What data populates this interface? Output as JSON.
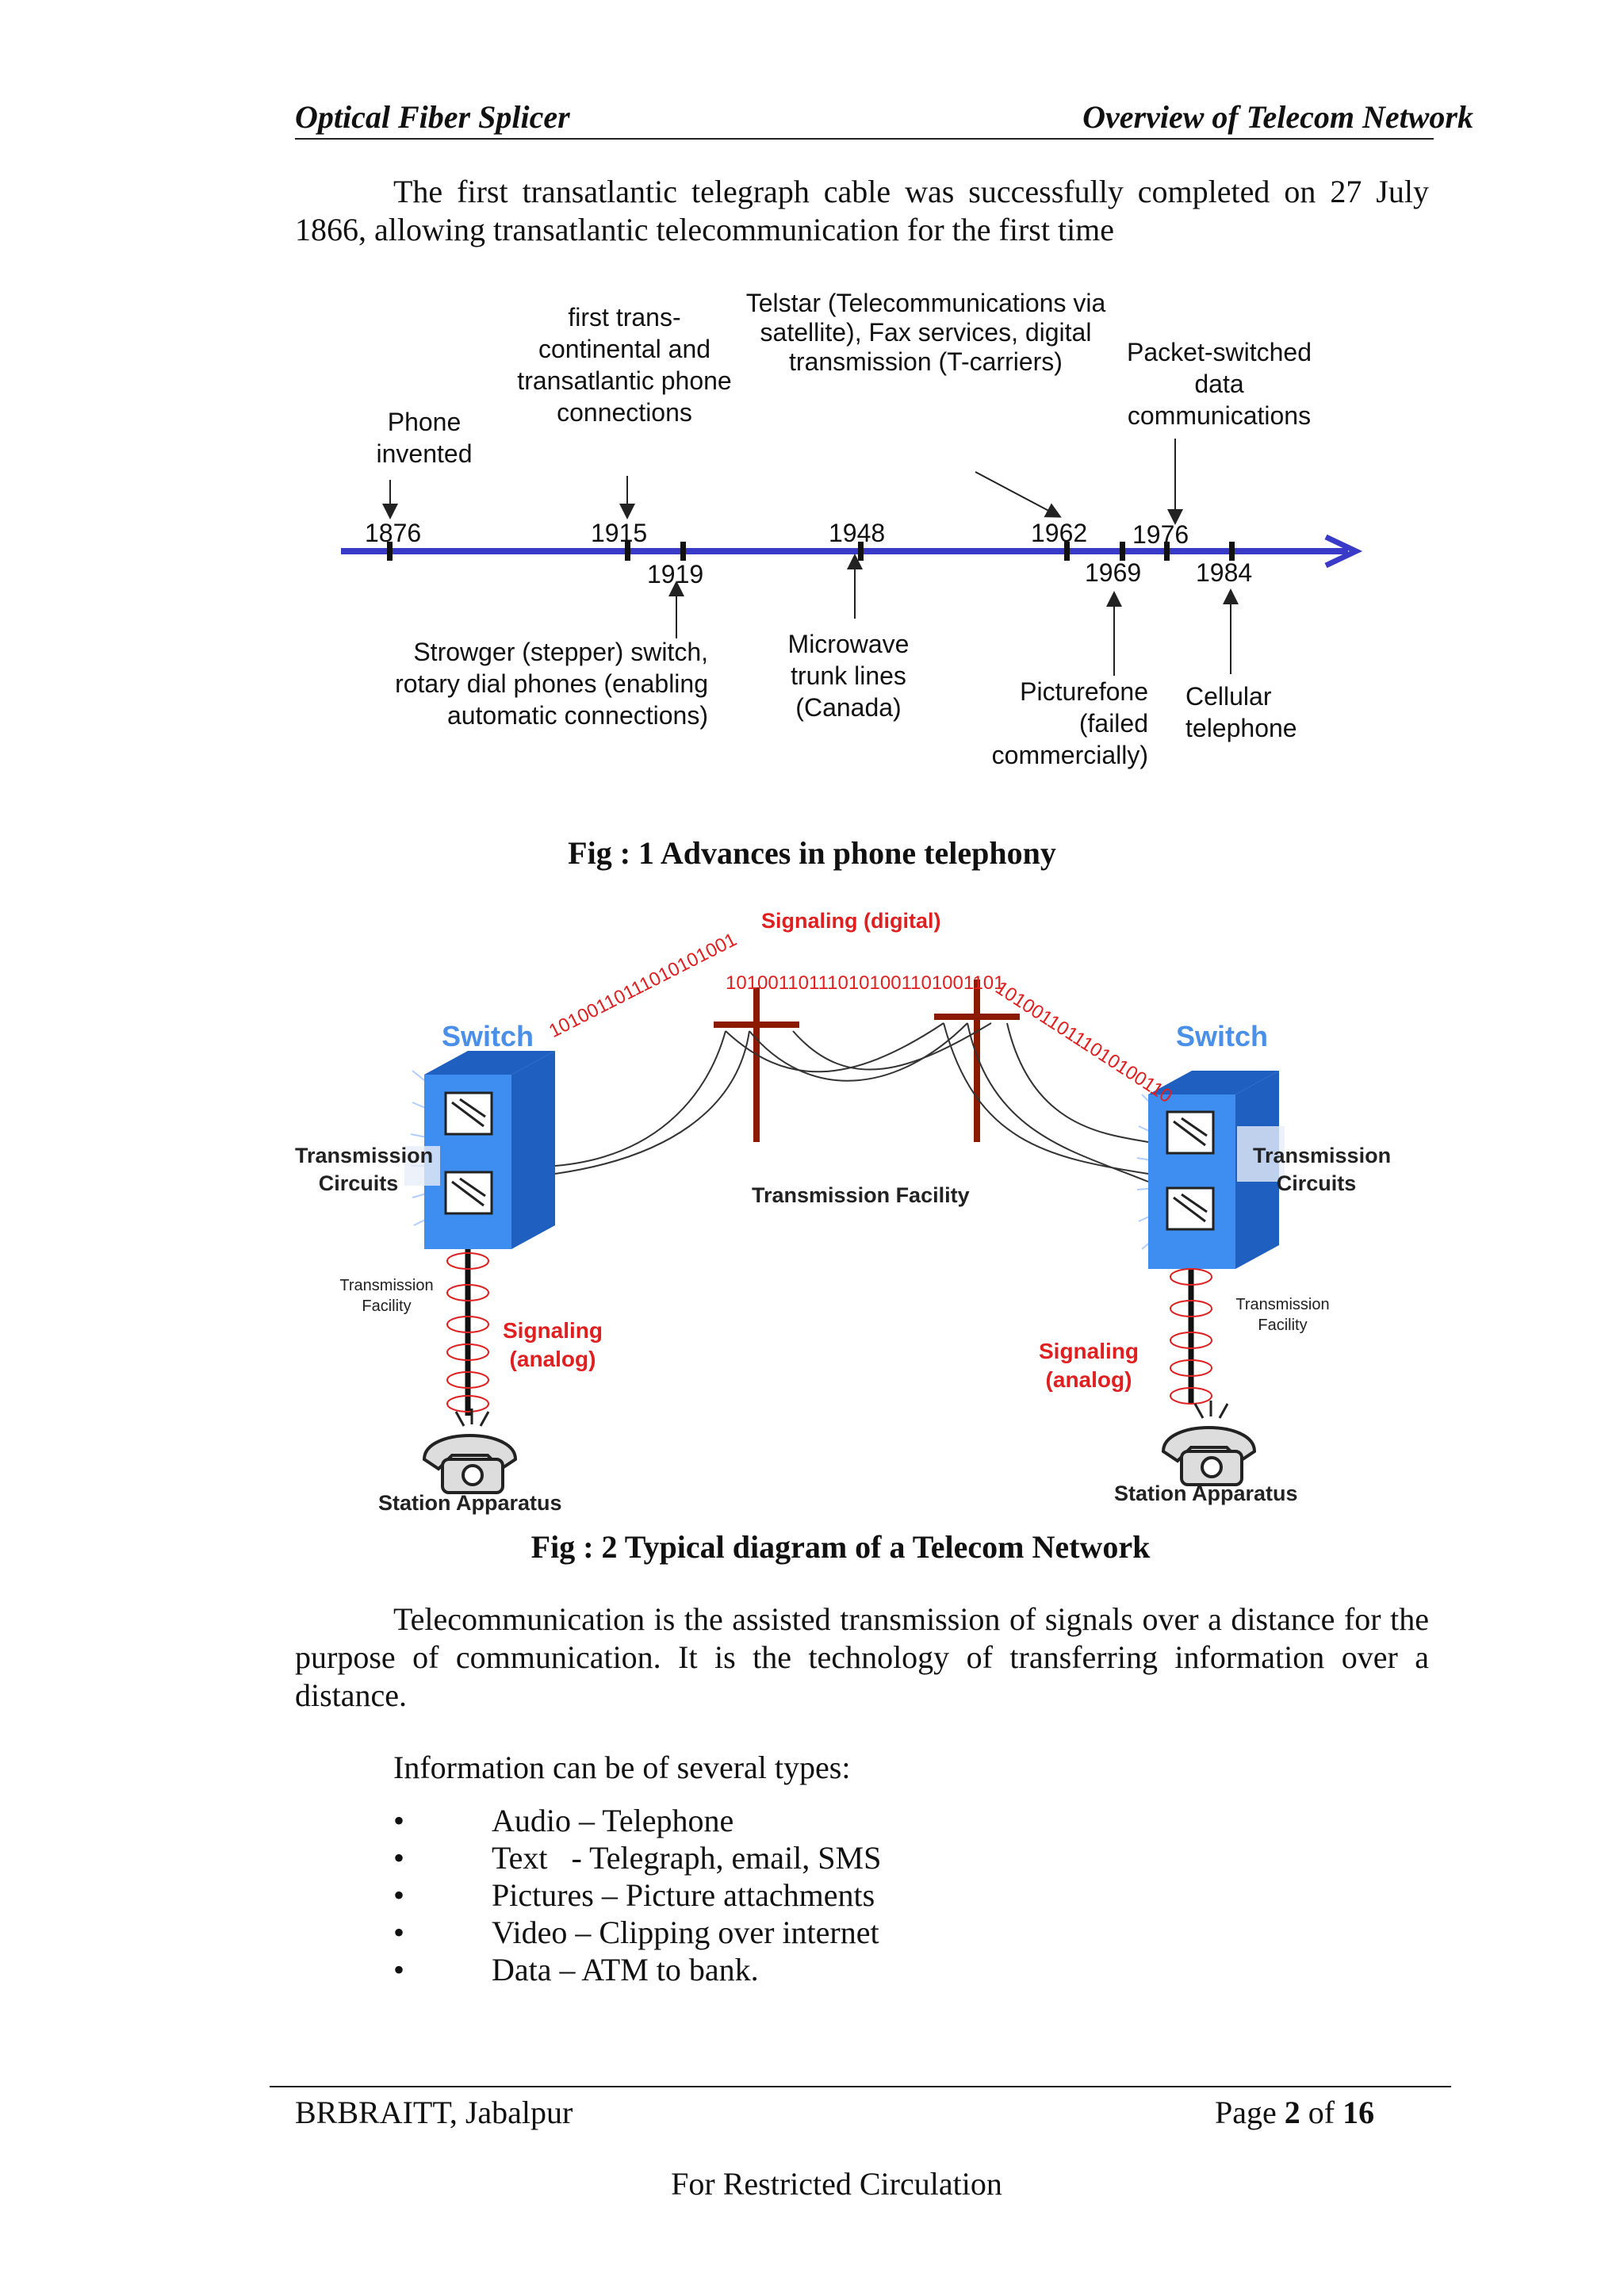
{
  "header": {
    "left": "Optical Fiber Splicer",
    "right": "Overview of Telecom Network"
  },
  "intro_paragraph": "The first transatlantic telegraph cable was successfully completed on 27 July 1866, allowing transatlantic telecommunication for the first time",
  "timeline": {
    "years": [
      "1876",
      "1915",
      "1919",
      "1948",
      "1962",
      "1969",
      "1976",
      "1984"
    ],
    "label_phone_invented": "Phone invented",
    "label_transcontinental": "first trans-continental and transatlantic phone connections",
    "label_telstar": "Telstar (Telecommunications via satellite), Fax services, digital transmission (T-carriers)",
    "label_packet": "Packet-switched data communications",
    "label_strowger": "Strowger (stepper) switch, rotary dial phones (enabling automatic connections)",
    "label_microwave": "Microwave trunk lines (Canada)",
    "label_picturefone": "Picturefone (failed commercially)",
    "label_cellular": "Cellular telephone",
    "axis_color": "#3a3ac8"
  },
  "fig1_caption": "Fig : 1 Advances in phone telephony",
  "network_diagram": {
    "signaling_digital": "Signaling (digital)",
    "bits_left": "10100110111010101001",
    "bits_top": "101001101110101001101001101",
    "bits_right": "10100110111010100110",
    "switch_left": "Switch",
    "switch_right": "Switch",
    "transmission_circuits": "Transmission Circuits",
    "transmission_facility_center": "Transmission Facility",
    "transmission_facility_small": "Transmission Facility",
    "signaling_analog": "Signaling (analog)",
    "station_apparatus": "Station Apparatus",
    "switch_color": "#3d8ef0",
    "pole_color": "#8b1a00",
    "signal_color": "#e02020",
    "switch_label_color": "#4a8fe8"
  },
  "fig2_caption": "Fig : 2 Typical diagram of a Telecom Network",
  "telecom_paragraph": "Telecommunication is the assisted transmission of signals over a distance for the purpose of communication. It is the technology of transferring information over a distance.",
  "info_intro": "Information can be of several types:",
  "info_types": [
    "Audio – Telephone",
    "Text   - Telegraph, email, SMS",
    "Pictures – Picture attachments",
    "Video – Clipping over internet",
    "Data – ATM to bank."
  ],
  "footer": {
    "left": "BRBRAITT, Jabalpur",
    "page_prefix": "Page",
    "page_current": "2",
    "page_of": "of",
    "page_total": "16",
    "restricted": "For Restricted Circulation"
  }
}
